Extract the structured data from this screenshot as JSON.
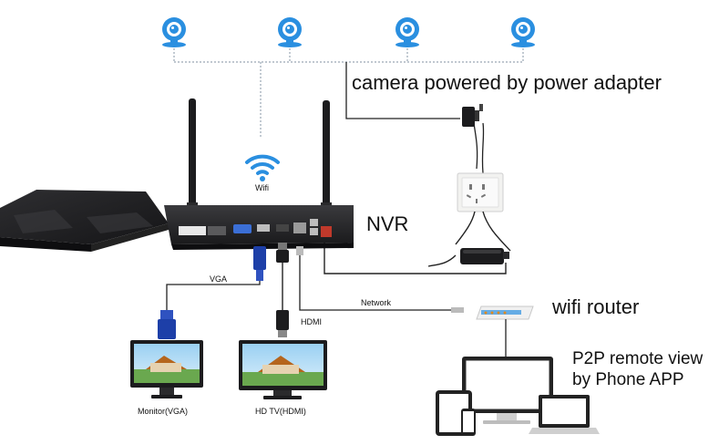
{
  "labels": {
    "camera_power": "camera powered by power adapter",
    "wifi": "Wifi",
    "nvr": "NVR",
    "vga": "VGA",
    "hdmi": "HDMI",
    "network": "Network",
    "wifi_router": "wifi router",
    "p2p_line1": "P2P remote view",
    "p2p_line2": "by Phone APP",
    "monitor": "Monitor(VGA)",
    "hdtv": "HD TV(HDMI)"
  },
  "icons": {
    "camera": "wifi-camera-icon",
    "wifi": "wifi-signal-icon"
  },
  "colors": {
    "wifi_blue": "#2a8fe0",
    "device_dark": "#1c1c1e",
    "line_gray": "#9aa7b3",
    "cable": "#222222",
    "vga_blue": "#1d3fa8"
  }
}
